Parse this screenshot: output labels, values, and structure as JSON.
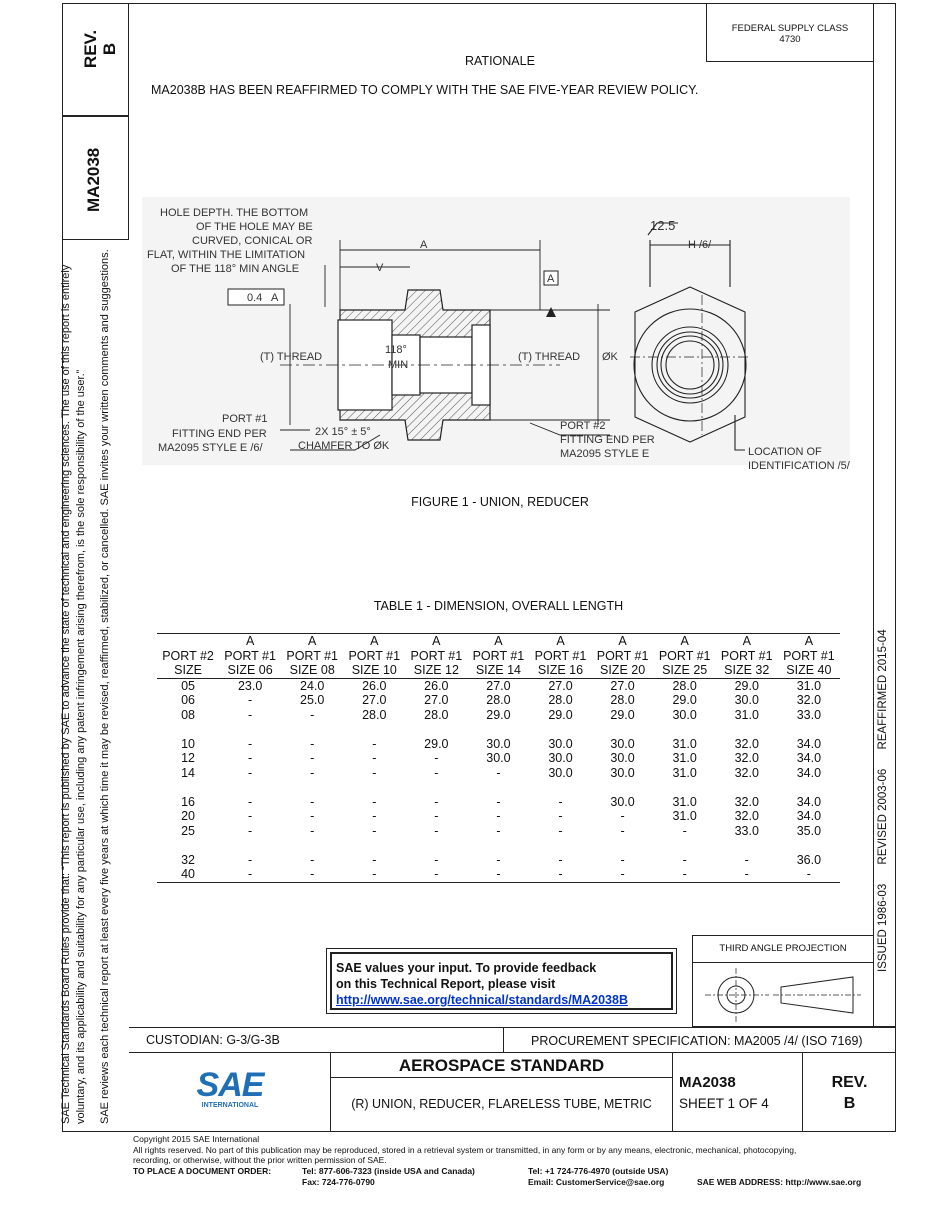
{
  "federal_supply": {
    "label": "FEDERAL SUPPLY CLASS",
    "value": "4730"
  },
  "rev_tab": {
    "label": "REV.",
    "value": "B"
  },
  "doc_number_tab": "MA2038",
  "side_note_1": "SAE Technical Standards Board Rules provide that: “This report is published by SAE to advance the state of technical and engineering sciences. The use of this report is entirely",
  "side_note_2": "voluntary, and its applicability and suitability for any particular use, including any patent infringement arising therefrom, is the sole responsibility of the user.”",
  "side_note_3": "SAE reviews each technical report at least every five years at which time it may be revised, reaffirmed, stabilized, or cancelled. SAE invites your written comments and suggestions.",
  "right_history": "ISSUED 1986-03      REVISED 2003-06      REAFFIRMED 2015-04",
  "rationale": {
    "heading": "RATIONALE",
    "text": "MA2038B HAS BEEN REAFFIRMED TO COMPLY WITH THE SAE FIVE-YEAR REVIEW POLICY."
  },
  "figure": {
    "caption": "FIGURE 1 - UNION, REDUCER",
    "labels": {
      "hole_depth_1": "HOLE DEPTH. THE BOTTOM",
      "hole_depth_2": "OF THE HOLE MAY BE",
      "hole_depth_3": "CURVED, CONICAL OR",
      "hole_depth_4": "FLAT, WITHIN THE LIMITATION",
      "hole_depth_5": "OF THE 118° MIN ANGLE",
      "dim_a": "A",
      "dim_v": "V",
      "datum_a": "A",
      "tol_value": "0.4",
      "tol_datum": "A",
      "thread_left": "(T) THREAD",
      "thread_right": "(T) THREAD",
      "angle_1": "118°",
      "angle_2": "MIN",
      "dia_k": "ØK",
      "port1_1": "PORT #1",
      "port1_2": "FITTING END PER",
      "port1_3": "MA2095 STYLE E /6/",
      "chamfer_1": "2X 15° ± 5°",
      "chamfer_2": "CHAMFER TO   ØK",
      "port2_1": "PORT #2",
      "port2_2": "FITTING END PER",
      "port2_3": "MA2095 STYLE E",
      "roughness": "12.5",
      "hex_h": "H /6/",
      "loc_1": "LOCATION OF",
      "loc_2": "IDENTIFICATION /5/"
    }
  },
  "table": {
    "title": "TABLE 1 - DIMENSION, OVERALL LENGTH",
    "header_row1": [
      "",
      "A",
      "A",
      "A",
      "A",
      "A",
      "A",
      "A",
      "A",
      "A",
      "A"
    ],
    "header_row2": [
      "PORT #2",
      "PORT #1",
      "PORT #1",
      "PORT #1",
      "PORT #1",
      "PORT #1",
      "PORT #1",
      "PORT #1",
      "PORT #1",
      "PORT #1",
      "PORT #1"
    ],
    "header_row3": [
      "SIZE",
      "SIZE 06",
      "SIZE 08",
      "SIZE 10",
      "SIZE 12",
      "SIZE 14",
      "SIZE 16",
      "SIZE 20",
      "SIZE 25",
      "SIZE 32",
      "SIZE 40"
    ],
    "rows": [
      [
        "05",
        "23.0",
        "24.0",
        "26.0",
        "26.0",
        "27.0",
        "27.0",
        "27.0",
        "28.0",
        "29.0",
        "31.0"
      ],
      [
        "06",
        "-",
        "25.0",
        "27.0",
        "27.0",
        "28.0",
        "28.0",
        "28.0",
        "29.0",
        "30.0",
        "32.0"
      ],
      [
        "08",
        "-",
        "-",
        "28.0",
        "28.0",
        "29.0",
        "29.0",
        "29.0",
        "30.0",
        "31.0",
        "33.0"
      ],
      [
        "",
        "",
        "",
        "",
        "",
        "",
        "",
        "",
        "",
        "",
        ""
      ],
      [
        "10",
        "-",
        "-",
        "-",
        "29.0",
        "30.0",
        "30.0",
        "30.0",
        "31.0",
        "32.0",
        "34.0"
      ],
      [
        "12",
        "-",
        "-",
        "-",
        "-",
        "30.0",
        "30.0",
        "30.0",
        "31.0",
        "32.0",
        "34.0"
      ],
      [
        "14",
        "-",
        "-",
        "-",
        "-",
        "-",
        "30.0",
        "30.0",
        "31.0",
        "32.0",
        "34.0"
      ],
      [
        "",
        "",
        "",
        "",
        "",
        "",
        "",
        "",
        "",
        "",
        ""
      ],
      [
        "16",
        "-",
        "-",
        "-",
        "-",
        "-",
        "-",
        "30.0",
        "31.0",
        "32.0",
        "34.0"
      ],
      [
        "20",
        "-",
        "-",
        "-",
        "-",
        "-",
        "-",
        "-",
        "31.0",
        "32.0",
        "34.0"
      ],
      [
        "25",
        "-",
        "-",
        "-",
        "-",
        "-",
        "-",
        "-",
        "-",
        "33.0",
        "35.0"
      ],
      [
        "",
        "",
        "",
        "",
        "",
        "",
        "",
        "",
        "",
        "",
        ""
      ],
      [
        "32",
        "-",
        "-",
        "-",
        "-",
        "-",
        "-",
        "-",
        "-",
        "-",
        "36.0"
      ],
      [
        "40",
        "-",
        "-",
        "-",
        "-",
        "-",
        "-",
        "-",
        "-",
        "-",
        "-"
      ]
    ]
  },
  "feedback": {
    "line1": "SAE values your input. To provide feedback",
    "line2": "on this Technical Report, please visit",
    "link": "http://www.sae.org/technical/standards/MA2038B"
  },
  "projection_label": "THIRD ANGLE PROJECTION",
  "title_block": {
    "custodian": "CUSTODIAN: G-3/G-3B",
    "procurement": "PROCUREMENT SPECIFICATION: MA2005 /4/ (ISO 7169)",
    "standard_type": "AEROSPACE STANDARD",
    "title": "(R) UNION, REDUCER, FLARELESS TUBE, METRIC",
    "doc_number": "MA2038",
    "sheet": "SHEET 1 OF 4",
    "rev_label": "REV.",
    "rev_value": "B",
    "logo_text": "SAE",
    "logo_sub": "INTERNATIONAL"
  },
  "footer": {
    "copyright": "Copyright 2015 SAE International",
    "rights": "All rights reserved. No part of this publication may be reproduced, stored in a retrieval system or transmitted, in any form or by any means, electronic, mechanical, photocopying,",
    "rights2": "recording, or otherwise, without the prior written permission of SAE.",
    "order_label": "TO PLACE A DOCUMENT ORDER:",
    "tel_usa": "Tel: 877-606-7323 (inside USA and Canada)",
    "fax": "Fax: 724-776-0790",
    "tel_out": "Tel: +1 724-776-4970 (outside USA)",
    "email": "Email: CustomerService@sae.org",
    "web": "SAE WEB ADDRESS: http://www.sae.org"
  },
  "colors": {
    "logo_blue": "#1f6fb8",
    "link": "#0033cc",
    "hatch": "#555555"
  }
}
